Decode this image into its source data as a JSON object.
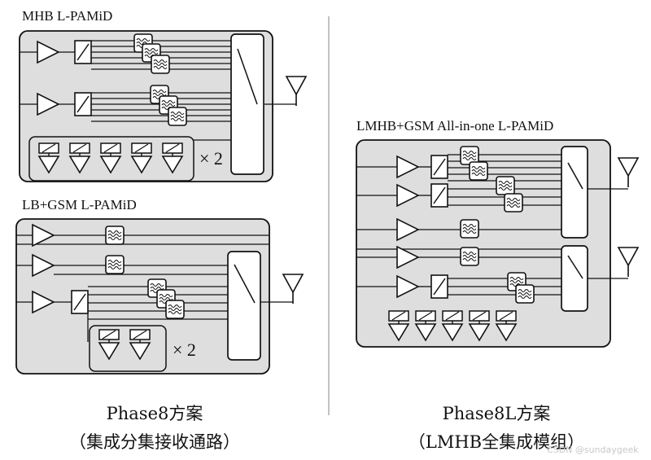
{
  "left": {
    "top_module": {
      "title": "MHB L-PAMiD",
      "multiplier": "× 2"
    },
    "bottom_module": {
      "title": "LB+GSM L-PAMiD",
      "multiplier": "× 2"
    },
    "caption_line1": "Phase8方案",
    "caption_line2": "（集成分集接收通路）"
  },
  "right": {
    "module": {
      "title": "LMHB+GSM All-in-one L-PAMiD"
    },
    "caption_line1": "Phase8L方案",
    "caption_line2": "（LMHB全集成模组）"
  },
  "watermark": "CSDN @sundaygeek",
  "icons": [
    "amplifier-icon",
    "switch-icon",
    "filter-icon",
    "antenna-icon",
    "lna-icon"
  ]
}
